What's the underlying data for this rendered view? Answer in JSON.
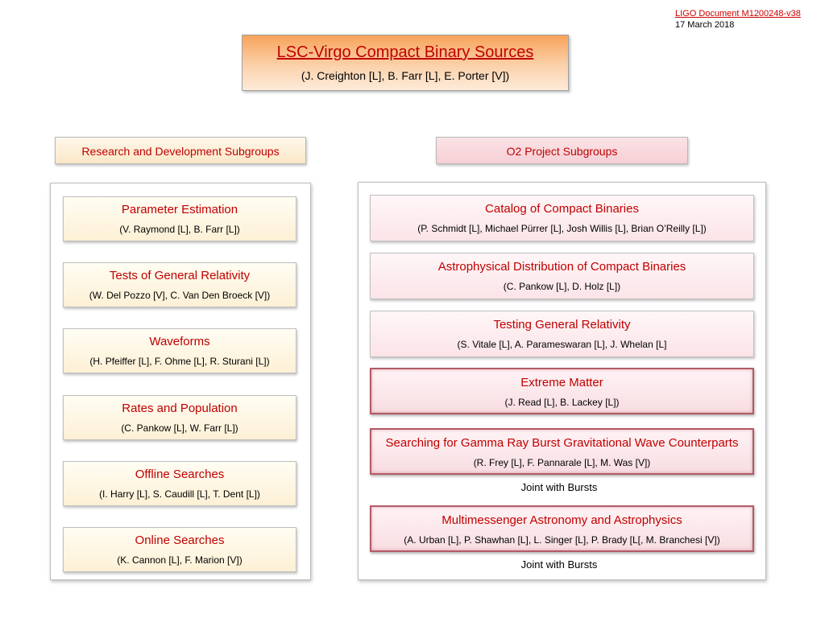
{
  "doc": {
    "id": "LIGO Document M1200248-v38",
    "date": "17 March 2018"
  },
  "title": {
    "main": "LSC-Virgo Compact Binary Sources",
    "chairs": "(J. Creighton [L], B. Farr [L], E. Porter [V])"
  },
  "sections": {
    "rd": "Research and Development Subgroups",
    "o2": "O2 Project Subgroups"
  },
  "rd_groups": [
    {
      "name": "Parameter Estimation",
      "members": "(V. Raymond [L], B. Farr [L])"
    },
    {
      "name": "Tests of General Relativity",
      "members": "(W. Del Pozzo [V], C. Van Den Broeck [V])"
    },
    {
      "name": "Waveforms",
      "members": "(H. Pfeiffer [L], F. Ohme [L], R. Sturani [L])"
    },
    {
      "name": "Rates and Population",
      "members": "(C. Pankow [L], W. Farr [L])"
    },
    {
      "name": "Offline Searches",
      "members": "(I. Harry [L], S. Caudill [L], T. Dent [L])"
    },
    {
      "name": "Online Searches",
      "members": "(K. Cannon [L], F. Marion [V])"
    }
  ],
  "o2_groups": [
    {
      "name": "Catalog of Compact Binaries",
      "members": "(P. Schmidt [L], Michael Pürrer [L], Josh Willis [L], Brian O’Reilly [L])"
    },
    {
      "name": "Astrophysical Distribution of Compact Binaries",
      "members": "(C. Pankow [L], D. Holz [L])"
    },
    {
      "name": "Testing General Relativity",
      "members": "(S. Vitale [L], A. Parameswaran [L], J. Whelan [L]"
    },
    {
      "name": "Extreme Matter",
      "members": "(J. Read [L], B. Lackey [L])"
    },
    {
      "name": "Searching for Gamma Ray Burst Gravitational Wave Counterparts",
      "members": "(R. Frey [L], F. Pannarale [L], M. Was [V])",
      "note": "Joint with Bursts"
    },
    {
      "name": "Multimessenger Astronomy and Astrophysics",
      "members": "(A. Urban [L], P. Shawhan [L], L. Singer [L], P. Brady [L[, M. Branchesi [V])",
      "note": "Joint with Bursts"
    }
  ]
}
